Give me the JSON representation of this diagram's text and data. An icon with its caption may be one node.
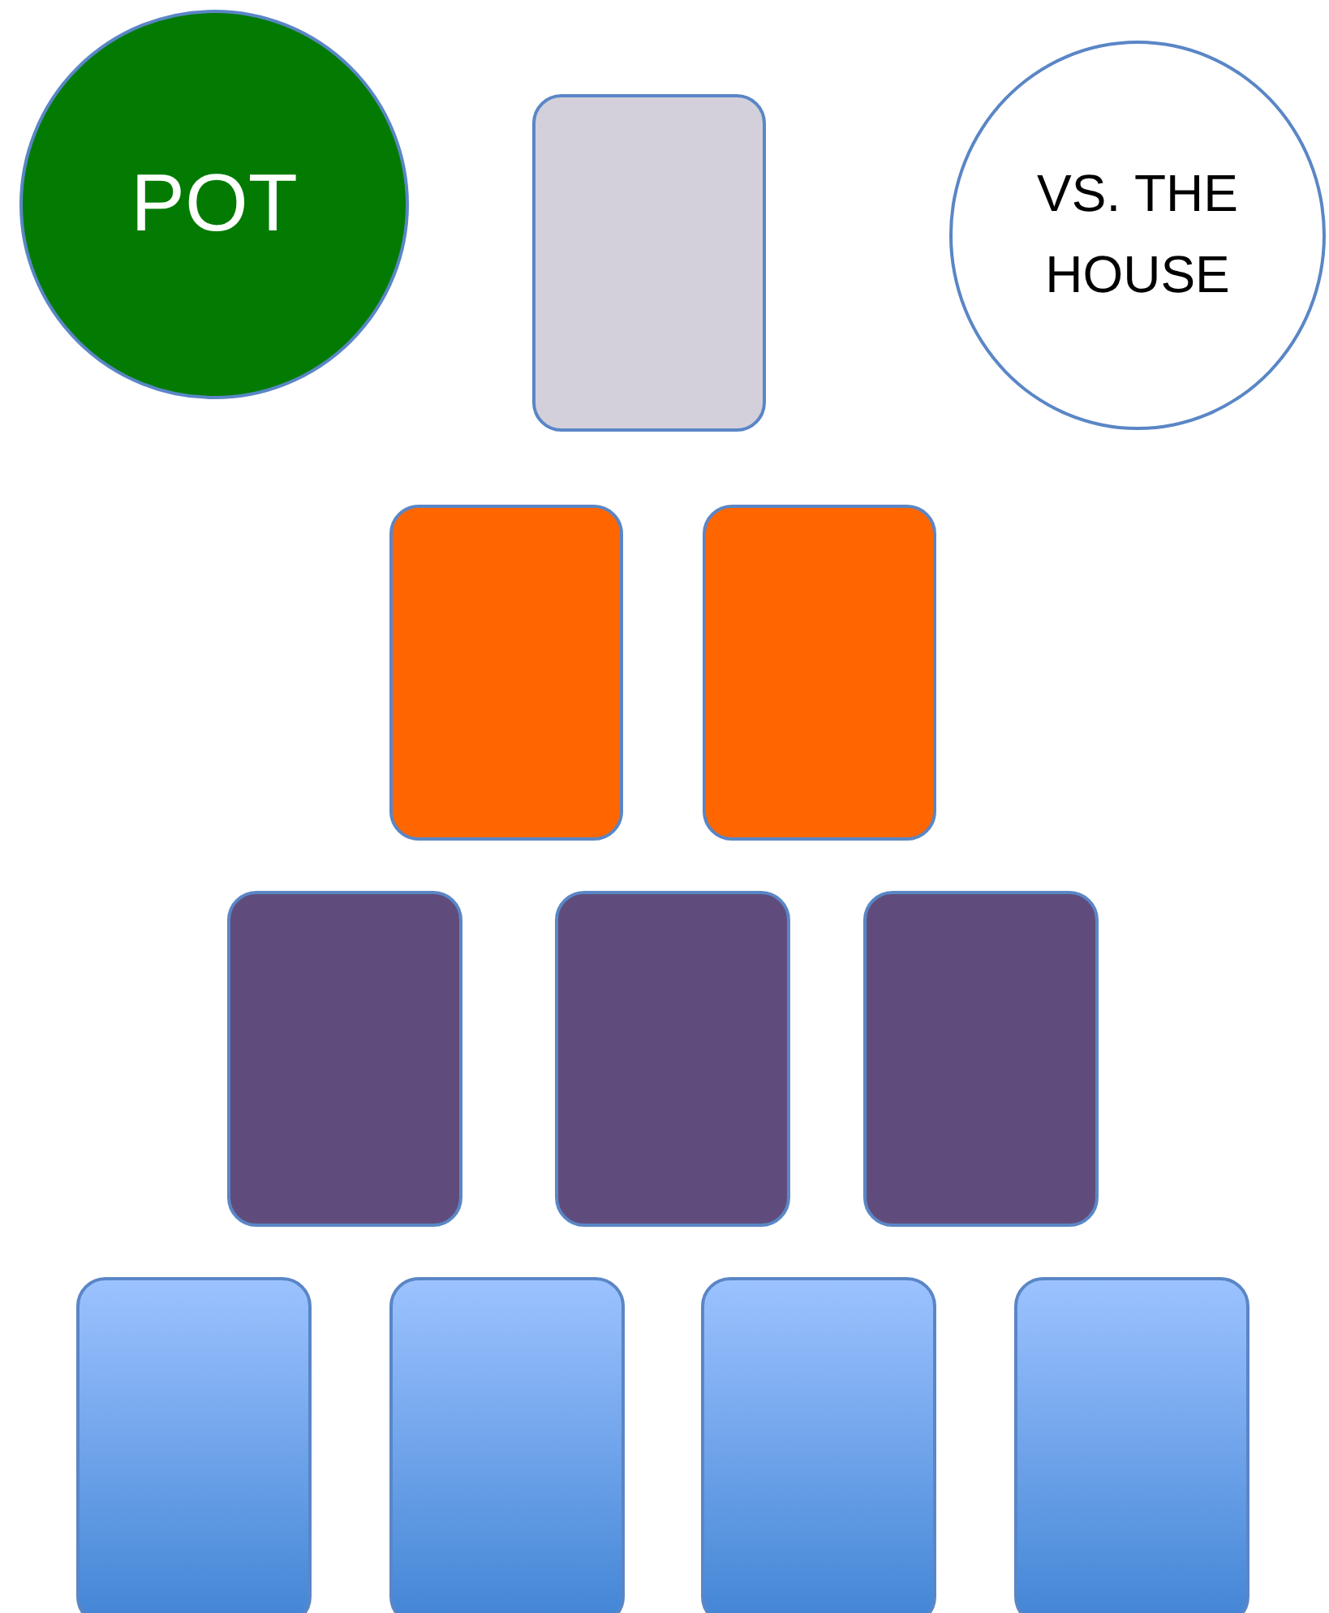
{
  "diagram": {
    "nodes": [
      {
        "text": [
          "POT"
        ]
      },
      {
        "text": [],
        "shape": "box"
      },
      {
        "text": [
          "VS. THE HOUSE"
        ]
      },
      {
        "text": [],
        "shape": "box"
      },
      {
        "text": [],
        "shape": "box"
      },
      {
        "text": [],
        "shape": "box"
      },
      {
        "text": [],
        "shape": "box"
      },
      {
        "text": [],
        "shape": "box"
      },
      {
        "text": [],
        "shape": "box"
      },
      {
        "text": [],
        "shape": "box"
      },
      {
        "text": [],
        "shape": "box"
      },
      {
        "text": [],
        "shape": "box"
      }
    ]
  }
}
